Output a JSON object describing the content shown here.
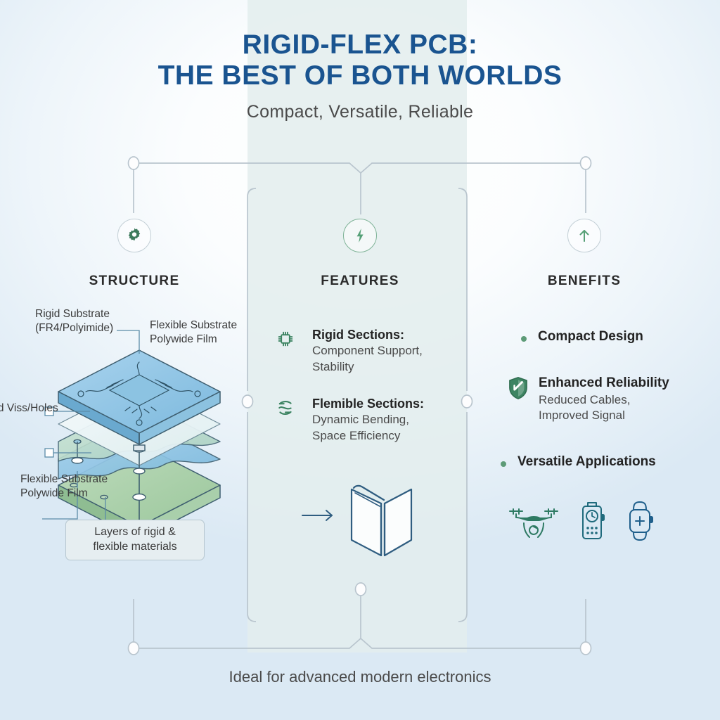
{
  "theme": {
    "title_blue": "#1a5490",
    "accent_green": "#3d8462",
    "line_gray": "#b9c5ce",
    "panel_tint": "#e3eded",
    "body_text": "#3b3b3b",
    "bg_edge": "#dbe9f4"
  },
  "header": {
    "title_line1": "RIGID-FLEX PCB:",
    "title_line2": "THE BEST OF BOTH WORLDS",
    "subtitle": "Compact, Versatile, Reliable"
  },
  "columns": [
    {
      "id": "structure",
      "label": "STRUCTURE",
      "icon": "gear-icon"
    },
    {
      "id": "features",
      "label": "FEATURES",
      "icon": "lightning-bolt-icon"
    },
    {
      "id": "benefits",
      "label": "BENEFITS",
      "icon": "arrow-up-icon"
    }
  ],
  "structure": {
    "labels": {
      "rigid_substrate": "Rigid Substrate\n(FR4/Polyimide)",
      "flexible_top": "Flexible Substrate\nPolywide Film",
      "vias": "ted Viss/Holes",
      "flexible_bottom": "Flexible Substrate\nPolywide Film"
    },
    "caption": "Layers of rigid &\nflexible materials",
    "diagram_name": "exploded-pcb-layer-stack"
  },
  "features": {
    "items": [
      {
        "icon": "chip-icon",
        "title": "Rigid Sections:",
        "description": "Component Support,\nStability"
      },
      {
        "icon": "flex-wave-icon",
        "title": "Flemible Sections:",
        "description": "Dynamic Bending,\nSpace Efficiency"
      }
    ],
    "illustration": "folded-flex-board-icon",
    "illustration_arrow": "arrow-right-icon"
  },
  "benefits": {
    "items": [
      {
        "marker": "dot",
        "icon": "bullet-dot",
        "title": "Compact Design",
        "description": ""
      },
      {
        "marker": "icon",
        "icon": "shield-check-icon",
        "title": "Enhanced Reliability",
        "description": "Reduced Cables,\nImproved Signal"
      },
      {
        "marker": "dot",
        "icon": "bullet-dot",
        "title": "Versatile Applications",
        "description": ""
      }
    ],
    "devices": [
      {
        "icon": "drone-icon",
        "color": "#2e7a63"
      },
      {
        "icon": "handheld-device-icon",
        "color": "#1f6a7c"
      },
      {
        "icon": "smartwatch-icon",
        "color": "#1f5f8b"
      }
    ]
  },
  "footer": {
    "caption": "Ideal for advanced modern electronics"
  }
}
